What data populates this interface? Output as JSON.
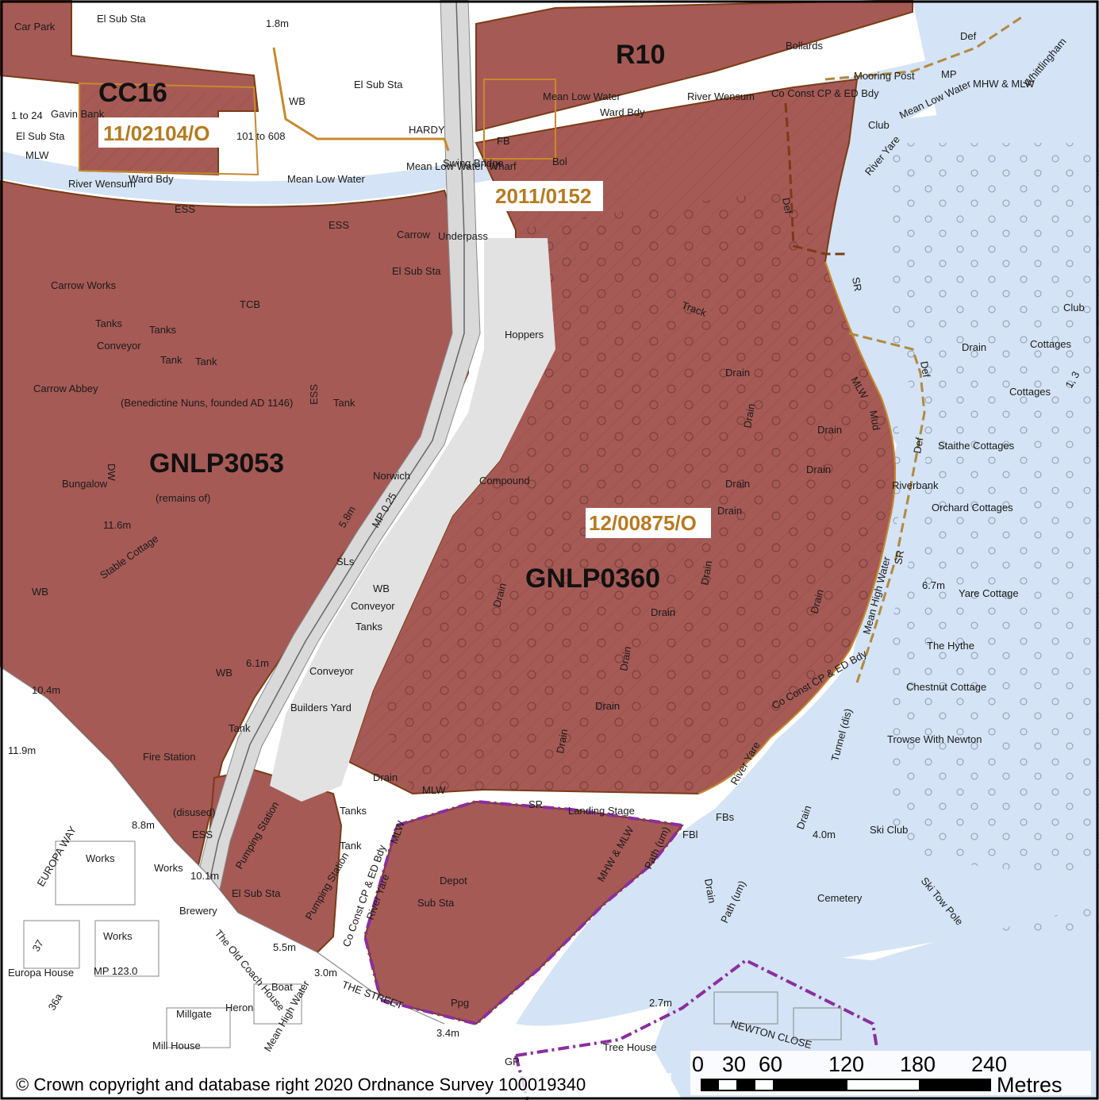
{
  "sites": {
    "cc16": "CC16",
    "r10": "R10",
    "gnlp3053": "GNLP3053",
    "gnlp0360": "GNLP0360"
  },
  "applications": {
    "a1": "11/02104/O",
    "a2": "2011/0152",
    "a3": "12/00875/O"
  },
  "labels": {
    "car_park": "Car Park",
    "el_sub_sta": "El Sub Sta",
    "m18": "1.8m",
    "gavin_bank": "Gavin Bank",
    "one_to_24": "1 to 24",
    "mlw": "MLW",
    "river_wensum": "River Wensum",
    "ward_bdy": "Ward Bdy",
    "wb": "WB",
    "range_101": "101 to 608",
    "hardy": "HARDY",
    "mean_low_water": "Mean Low Water",
    "swing_bridge": "Swing Bridge",
    "wharf": "Wharf",
    "fb": "FB",
    "bol": "Bol",
    "bollards": "Bollards",
    "co_const": "Co Const CP & ED Bdy",
    "mooring_post": "Mooring Post",
    "mp": "MP",
    "def": "Def",
    "mhw_mlw": "MHW & MLW",
    "whittingham": "Whittlingham",
    "club": "Club",
    "river_yare": "River Yare",
    "ess": "ESS",
    "carrow": "Carrow",
    "underpass": "Underpass",
    "carrow_works": "Carrow Works",
    "tcb": "TCB",
    "tanks": "Tanks",
    "tank": "Tank",
    "conveyor": "Conveyor",
    "carrow_abbey": "Carrow Abbey",
    "benedictine": "(Benedictine Nuns, founded AD 1146)",
    "dw": "DW",
    "bungalow": "Bungalow",
    "remains": "(remains of)",
    "m116": "11.6m",
    "stable_cottage": "Stable Cottage",
    "norwich": "Norwich",
    "compound": "Compound",
    "hoppers": "Hoppers",
    "track": "Track",
    "drain": "Drain",
    "sr": "SR",
    "mud": "Mud",
    "cottages": "Cottages",
    "staithe": "Staithe Cottages",
    "riverbank": "Riverbank",
    "orchard": "Orchard Cottages",
    "m58": "5.8m",
    "mp025": "MP 0.25",
    "sls": "SLs",
    "m67": "6.7m",
    "yare_cottage": "Yare Cottage",
    "the_hythe": "The Hythe",
    "chestnut": "Chestnut Cottage",
    "mean_high_water": "Mean High Water",
    "trowse": "Trowse With Newton",
    "tunnel": "Tunnel (dis)",
    "builders_yard": "Builders Yard",
    "m61": "6.1m",
    "m104": "10.4m",
    "m119": "11.9m",
    "fire_station": "Fire Station",
    "disused": "(disused)",
    "m88": "8.8m",
    "europa_way": "EUROPA WAY",
    "works": "Works",
    "m101": "10.1m",
    "pumping_station": "Pumping Station",
    "landing_stage": "Landing Stage",
    "fbs": "FBs",
    "fbl": "FBl",
    "path_um": "Path (um)",
    "depot": "Depot",
    "sub_sta": "Sub Sta",
    "m40": "4.0m",
    "ski_club": "Ski Club",
    "cemetery": "Cemetery",
    "ski_tow_pole": "Ski Tow Pole",
    "brewery": "Brewery",
    "old_coach": "The Old Coach House",
    "m55": "5.5m",
    "europa_house": "Europa House",
    "mp1230": "MP 123.0",
    "m30": "3.0m",
    "the_street": "THE STREET",
    "boat": "Boat",
    "heron": "Heron",
    "millgate": "Millgate",
    "mill_house": "Mill House",
    "ppg": "Ppg",
    "m34": "3.4m",
    "m27": "2.7m",
    "newton_close": "NEWTON CLOSE",
    "tree_house": "Tree House",
    "gp": "GP",
    "n37": "37",
    "n36a": "36a",
    "n1_3": "1, 3"
  },
  "scale_bar": {
    "ticks": [
      "0",
      "30",
      "60",
      "120",
      "180",
      "240"
    ],
    "unit": "Metres"
  },
  "copyright": "© Crown copyright and database right 2020 Ordnance Survey 100019340",
  "colors": {
    "site_fill": "#a65a55",
    "water": "#d4e3f5",
    "boundary_purple": "#8a2ea0",
    "app_orange": "#c8892a",
    "brown_line": "#7a3c15"
  }
}
